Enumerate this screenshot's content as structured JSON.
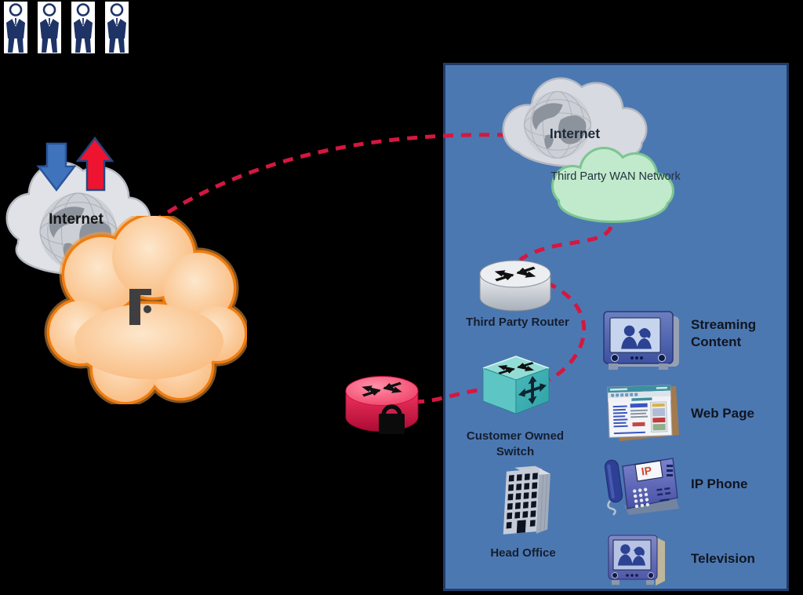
{
  "users": {
    "count": 4
  },
  "left_internet": {
    "label": "Internet"
  },
  "traffic_arrows": {
    "download_color": "#3f74bc",
    "upload_color": "#ee1430"
  },
  "provider_cloud": {
    "logo": "f-mark",
    "fill": "#fbcd9e",
    "border": "#f07d10"
  },
  "connections": {
    "color": "#d5173f",
    "style": "dashed"
  },
  "panel": {
    "bg": "#4c78b2",
    "border": "#203c68",
    "internet_cloud": {
      "label": "Internet"
    },
    "wan_cloud": {
      "label": "Third Party WAN Network"
    },
    "router": {
      "label": "Third Party Router"
    },
    "switch": {
      "label": "Customer Owned Switch"
    },
    "building": {
      "label": "Head Office"
    },
    "services": [
      {
        "id": "streaming-content",
        "label": "Streaming Content"
      },
      {
        "id": "web-page",
        "label": "Web Page"
      },
      {
        "id": "ip-phone",
        "label": "IP Phone",
        "screen_text": "IP"
      },
      {
        "id": "television",
        "label": "Television"
      }
    ]
  },
  "secure_router": {
    "badge": "lock-icon"
  }
}
